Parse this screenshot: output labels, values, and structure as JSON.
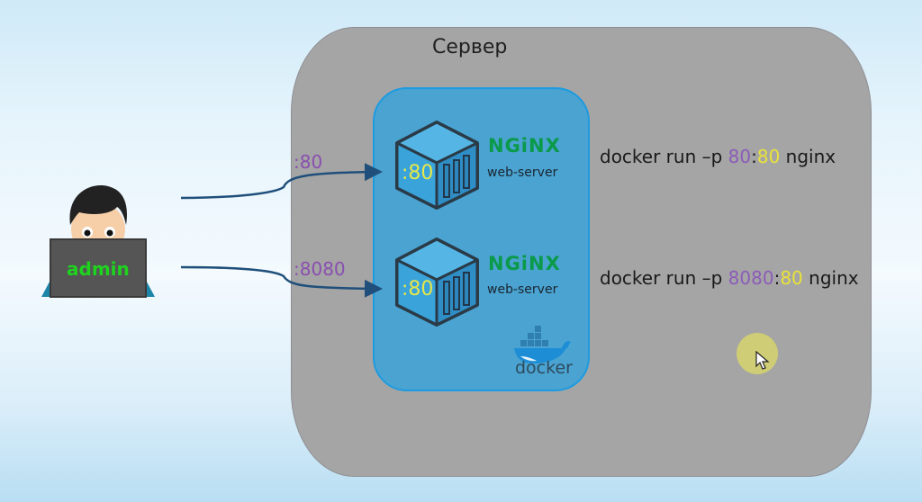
{
  "server": {
    "title": "Сервер"
  },
  "client": {
    "label": "admin"
  },
  "connections": [
    {
      "host_port": ":80"
    },
    {
      "host_port": ":8080"
    }
  ],
  "containers": [
    {
      "container_port": ":80",
      "brand": "NGiNX",
      "role": "web-server"
    },
    {
      "container_port": ":80",
      "brand": "NGiNX",
      "role": "web-server"
    }
  ],
  "commands": [
    {
      "prefix": "docker run –p ",
      "host_port": "80",
      "sep": ":",
      "container_port": "80",
      "suffix": " nginx"
    },
    {
      "prefix": "docker run –p ",
      "host_port": "8080",
      "sep": ":",
      "container_port": "80",
      "suffix": " nginx"
    }
  ],
  "docker": {
    "label": "docker"
  },
  "colors": {
    "server_bg": "#a5a5a5",
    "docker_host_bg": "#4aa3d1",
    "host_port": "#8a4fb0",
    "container_port": "#e9e33a",
    "nginx_green": "#0a9a4a",
    "admin_green": "#1ed31e"
  }
}
